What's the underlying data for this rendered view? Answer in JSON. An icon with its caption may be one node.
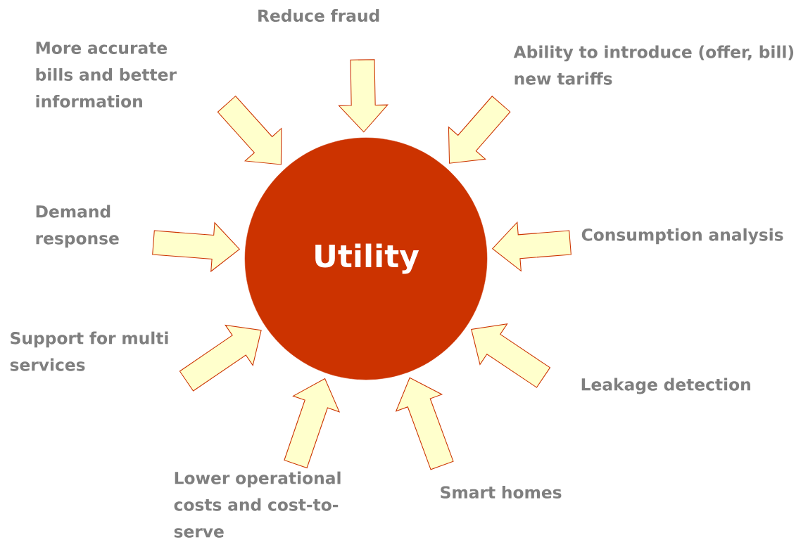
{
  "diagram": {
    "nodes": [
      {
        "text": [
          "Utility"
        ]
      },
      {
        "text": [
          "Reduce fraud"
        ]
      },
      {
        "text": [
          "More accurate bills and better information"
        ]
      },
      {
        "text": [
          "Ability to introduce (offer, bill) new tariffs"
        ]
      },
      {
        "text": [
          "Demand response"
        ]
      },
      {
        "text": [
          "Consumption analysis"
        ]
      },
      {
        "text": [
          "Support for multi services"
        ]
      },
      {
        "text": [
          "Leakage detection"
        ]
      },
      {
        "text": [
          "Lower operational costs and cost-to-serve"
        ]
      },
      {
        "text": [
          "Smart homes"
        ]
      }
    ],
    "edges": [
      {
        "from": 1,
        "to": 0,
        "arrow": "to"
      },
      {
        "from": 2,
        "to": 0,
        "arrow": "to"
      },
      {
        "from": 3,
        "to": 0,
        "arrow": "to"
      },
      {
        "from": 4,
        "to": 0,
        "arrow": "to"
      },
      {
        "from": 5,
        "to": 0,
        "arrow": "to"
      },
      {
        "from": 6,
        "to": 0,
        "arrow": "to"
      },
      {
        "from": 7,
        "to": 0,
        "arrow": "to"
      },
      {
        "from": 8,
        "to": 0,
        "arrow": "to"
      },
      {
        "from": 9,
        "to": 0,
        "arrow": "to"
      }
    ]
  }
}
